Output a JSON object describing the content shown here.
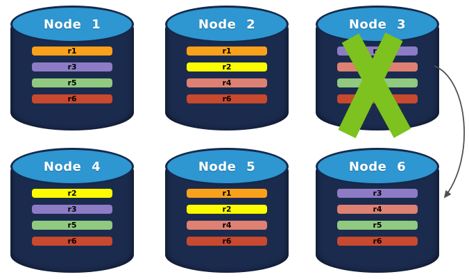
{
  "diagram": {
    "nodes": [
      {
        "name": "node-1",
        "label": "Node 1",
        "failed": false,
        "replicas": [
          {
            "label": "r1",
            "color": "#F9A11B"
          },
          {
            "label": "r3",
            "color": "#8D7CC5"
          },
          {
            "label": "r5",
            "color": "#90C97F"
          },
          {
            "label": "r6",
            "color": "#C9492E"
          }
        ]
      },
      {
        "name": "node-2",
        "label": "Node 2",
        "failed": false,
        "replicas": [
          {
            "label": "r1",
            "color": "#F9A11B"
          },
          {
            "label": "r2",
            "color": "#FCFC00"
          },
          {
            "label": "r4",
            "color": "#DE8172"
          },
          {
            "label": "r6",
            "color": "#C9492E"
          }
        ]
      },
      {
        "name": "node-3",
        "label": "Node 3",
        "failed": true,
        "replicas": [
          {
            "label": "r3",
            "color": "#8D7CC5"
          },
          {
            "label": "",
            "color": "#DE8172"
          },
          {
            "label": "",
            "color": "#90C97F"
          },
          {
            "label": "",
            "color": "#C9492E"
          }
        ]
      },
      {
        "name": "node-4",
        "label": "Node 4",
        "failed": false,
        "replicas": [
          {
            "label": "r2",
            "color": "#FCFC00"
          },
          {
            "label": "r3",
            "color": "#8D7CC5"
          },
          {
            "label": "r5",
            "color": "#90C97F"
          },
          {
            "label": "r6",
            "color": "#C9492E"
          }
        ]
      },
      {
        "name": "node-5",
        "label": "Node 5",
        "failed": false,
        "replicas": [
          {
            "label": "r1",
            "color": "#F9A11B"
          },
          {
            "label": "r2",
            "color": "#FCFC00"
          },
          {
            "label": "r4",
            "color": "#DE8172"
          },
          {
            "label": "r6",
            "color": "#C9492E"
          }
        ]
      },
      {
        "name": "node-6",
        "label": "Node 6",
        "failed": false,
        "replicas": [
          {
            "label": "r3",
            "color": "#8D7CC5"
          },
          {
            "label": "r4",
            "color": "#DE8172"
          },
          {
            "label": "r5",
            "color": "#90C97F"
          },
          {
            "label": "r6",
            "color": "#C9492E"
          }
        ]
      }
    ],
    "failure_mark": {
      "node": "node-3",
      "color": "#7DC21E"
    },
    "arrow": {
      "from": "node-3",
      "to": "node-6",
      "color": "#4F4F4F"
    },
    "colors": {
      "cylinder_body": "#1B2B4E",
      "cylinder_top": "#2E96D1",
      "cylinder_outline": "#15294B",
      "title_text": "#FFFFFF",
      "replica_text": "#000000",
      "background": "#FFFFFF"
    }
  }
}
